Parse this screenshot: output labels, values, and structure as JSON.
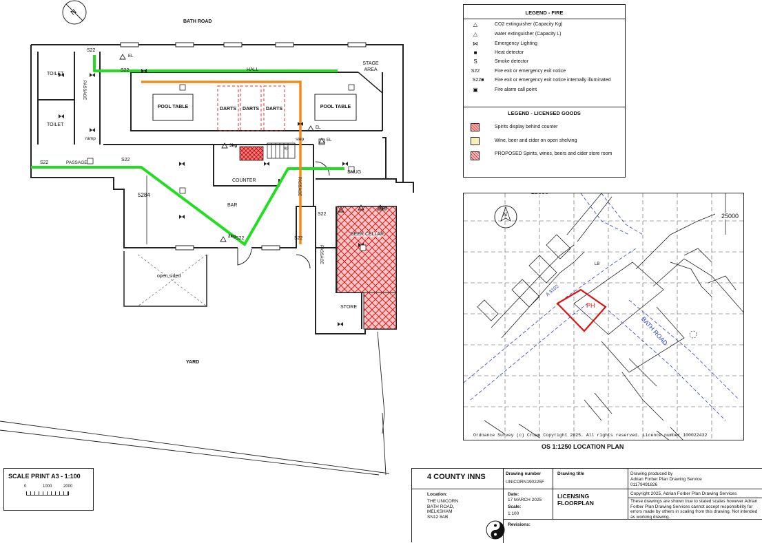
{
  "plan": {
    "street_top": "BATH ROAD",
    "yard": "YARD",
    "rooms": {
      "hall": "HALL",
      "stage": "STAGE AREA",
      "pool1": "POOL TABLE",
      "pool2": "POOL TABLE",
      "darts1": "DARTS",
      "darts2": "DARTS",
      "darts3": "DARTS",
      "toilet1": "TOILET",
      "toilet2": "TOILET",
      "passage_v": "PASSAGE",
      "passage_h": "PASSAGE",
      "passage_right": "PASSAGE",
      "passage_cellar": "PASSAGE",
      "ramp": "ramp",
      "step": "step",
      "up": "up",
      "counter": "COUNTER",
      "snug": "SNUG",
      "bar": "BAR",
      "dim": "5284",
      "beer_cellar": "BEER CELLAR",
      "store": "STORE",
      "open_sided": "open sided"
    },
    "marks": {
      "s22": "S22",
      "el": "EL",
      "kg2": "2kg",
      "kg3": "3kg"
    }
  },
  "legend_fire": {
    "title": "LEGEND - FIRE",
    "items": [
      {
        "icon": "co2-extinguisher-icon",
        "symbol": "△",
        "label": "CO2 extinguisher (Capacity Kg)"
      },
      {
        "icon": "water-extinguisher-icon",
        "symbol": "△",
        "label": "water extinguisher (Capacity L)"
      },
      {
        "icon": "emergency-lighting-icon",
        "symbol": "⋈",
        "label": "Emergency Lighting"
      },
      {
        "icon": "heat-detector-icon",
        "symbol": "■",
        "label": "Heat detector"
      },
      {
        "icon": "smoke-detector-icon",
        "symbol": "S",
        "label": "Smoke detector"
      },
      {
        "icon": "fire-exit-notice-icon",
        "symbol": "S22",
        "label": "Fire exit or emergency exit notice"
      },
      {
        "icon": "fire-exit-illuminated-icon",
        "symbol": "S22■",
        "label": "Fire exit or emergency exit notice internally illuminated"
      },
      {
        "icon": "fire-alarm-call-point-icon",
        "symbol": "▣",
        "label": "Fire alarm call point"
      }
    ]
  },
  "legend_goods": {
    "title": "LEGEND - LICENSED GOODS",
    "items": [
      {
        "label": "Spirits display behind counter"
      },
      {
        "label": "Wine, beer and cider on open shelving"
      },
      {
        "label": "PROPOSED Spirits, wines, beers and cider store room"
      }
    ]
  },
  "location": {
    "dim_h": "25000",
    "dim_v": "25000",
    "road": "BATH ROAD",
    "road_code": "A 3102",
    "ph": "PH",
    "lb": "LB",
    "copyright": "Ordnance Survey (c) Crown Copyright 2025. All rights reserved. Licence number 100022432",
    "caption": "OS 1:1250 LOCATION PLAN"
  },
  "scale": {
    "title": "SCALE PRINT A3 - 1:100",
    "t0": "0",
    "t1": "1000",
    "t2": "2000"
  },
  "title_block": {
    "client": "4 COUNTY INNS",
    "drawing_number_label": "Drawing number",
    "drawing_number": "UNICORN190225F",
    "drawing_title_label": "Drawing title",
    "produced_label": "Drawing produced by",
    "produced_by": "Adrian Forber Plan Drawing Service",
    "phone": "01179491826",
    "location_label": "Location:",
    "location_lines": [
      "THE UNICORN",
      "BATH ROAD,",
      "MELKSHAM",
      "SN12 8AB"
    ],
    "date_label": "Date:",
    "date": "17 MARCH 2025",
    "scale_label": "Scale:",
    "scale": "1:100",
    "title": "LICENSING FLOORPLAN",
    "copyright": "Copyright 2025, Adrian Forber Plan Drawing Services",
    "disclaimer": "These drawings are shown true to stated scales however Adrian Forber Plan Drawing Services cannot accept responsibility for errors made by others in scaling from this drawing. Not intended as working drawing.",
    "revisions_label": "Revisions:"
  },
  "colors": {
    "escape_route": "#22dd22",
    "route_orange": "#f08a1c",
    "hatch_red": "#e02020",
    "wall": "#222222"
  }
}
